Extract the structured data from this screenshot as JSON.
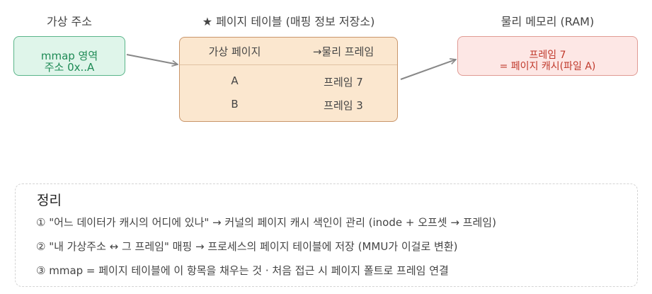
{
  "labels": {
    "virtual": "가상 주소",
    "table": "★ 페이지 테이블 (매핑 정보 저장소)",
    "physical": "물리 메모리 (RAM)"
  },
  "virtual_box": {
    "line1": "mmap 영역",
    "line2": "주소 0x..A"
  },
  "page_table": {
    "headers": [
      "가상 페이지",
      "→물리 프레임"
    ],
    "rows": [
      {
        "page": "A",
        "frame": "프레임 7"
      },
      {
        "page": "B",
        "frame": "프레임 3"
      }
    ]
  },
  "ram_box": {
    "line1": "프레임 7",
    "line2": "= 페이지 캐시(파일 A)"
  },
  "summary": {
    "title": "정리",
    "lines": [
      "① \"어느 데이터가 캐시의 어디에 있나\" → 커널의 페이지 캐시 색인이 관리 (inode + 오프셋 → 프레임)",
      "② \"내 가상주소 ↔ 그 프레임\" 매핑 → 프로세스의 페이지 테이블에 저장 (MMU가 이걸로 변환)",
      "③ mmap = 페이지 테이블에 이 항목을 채우는 것 · 처음 접근 시 페이지 폴트로 프레임 연결"
    ]
  },
  "colors": {
    "virtual_fill": "#dff5ea",
    "virtual_border": "#5bb58a",
    "virtual_text": "#1e8a55",
    "table_fill": "#fbe7cf",
    "table_border": "#c9956a",
    "ram_fill": "#fde7e5",
    "ram_border": "#e09b94",
    "ram_text": "#c0392b",
    "arrow": "#888888"
  }
}
